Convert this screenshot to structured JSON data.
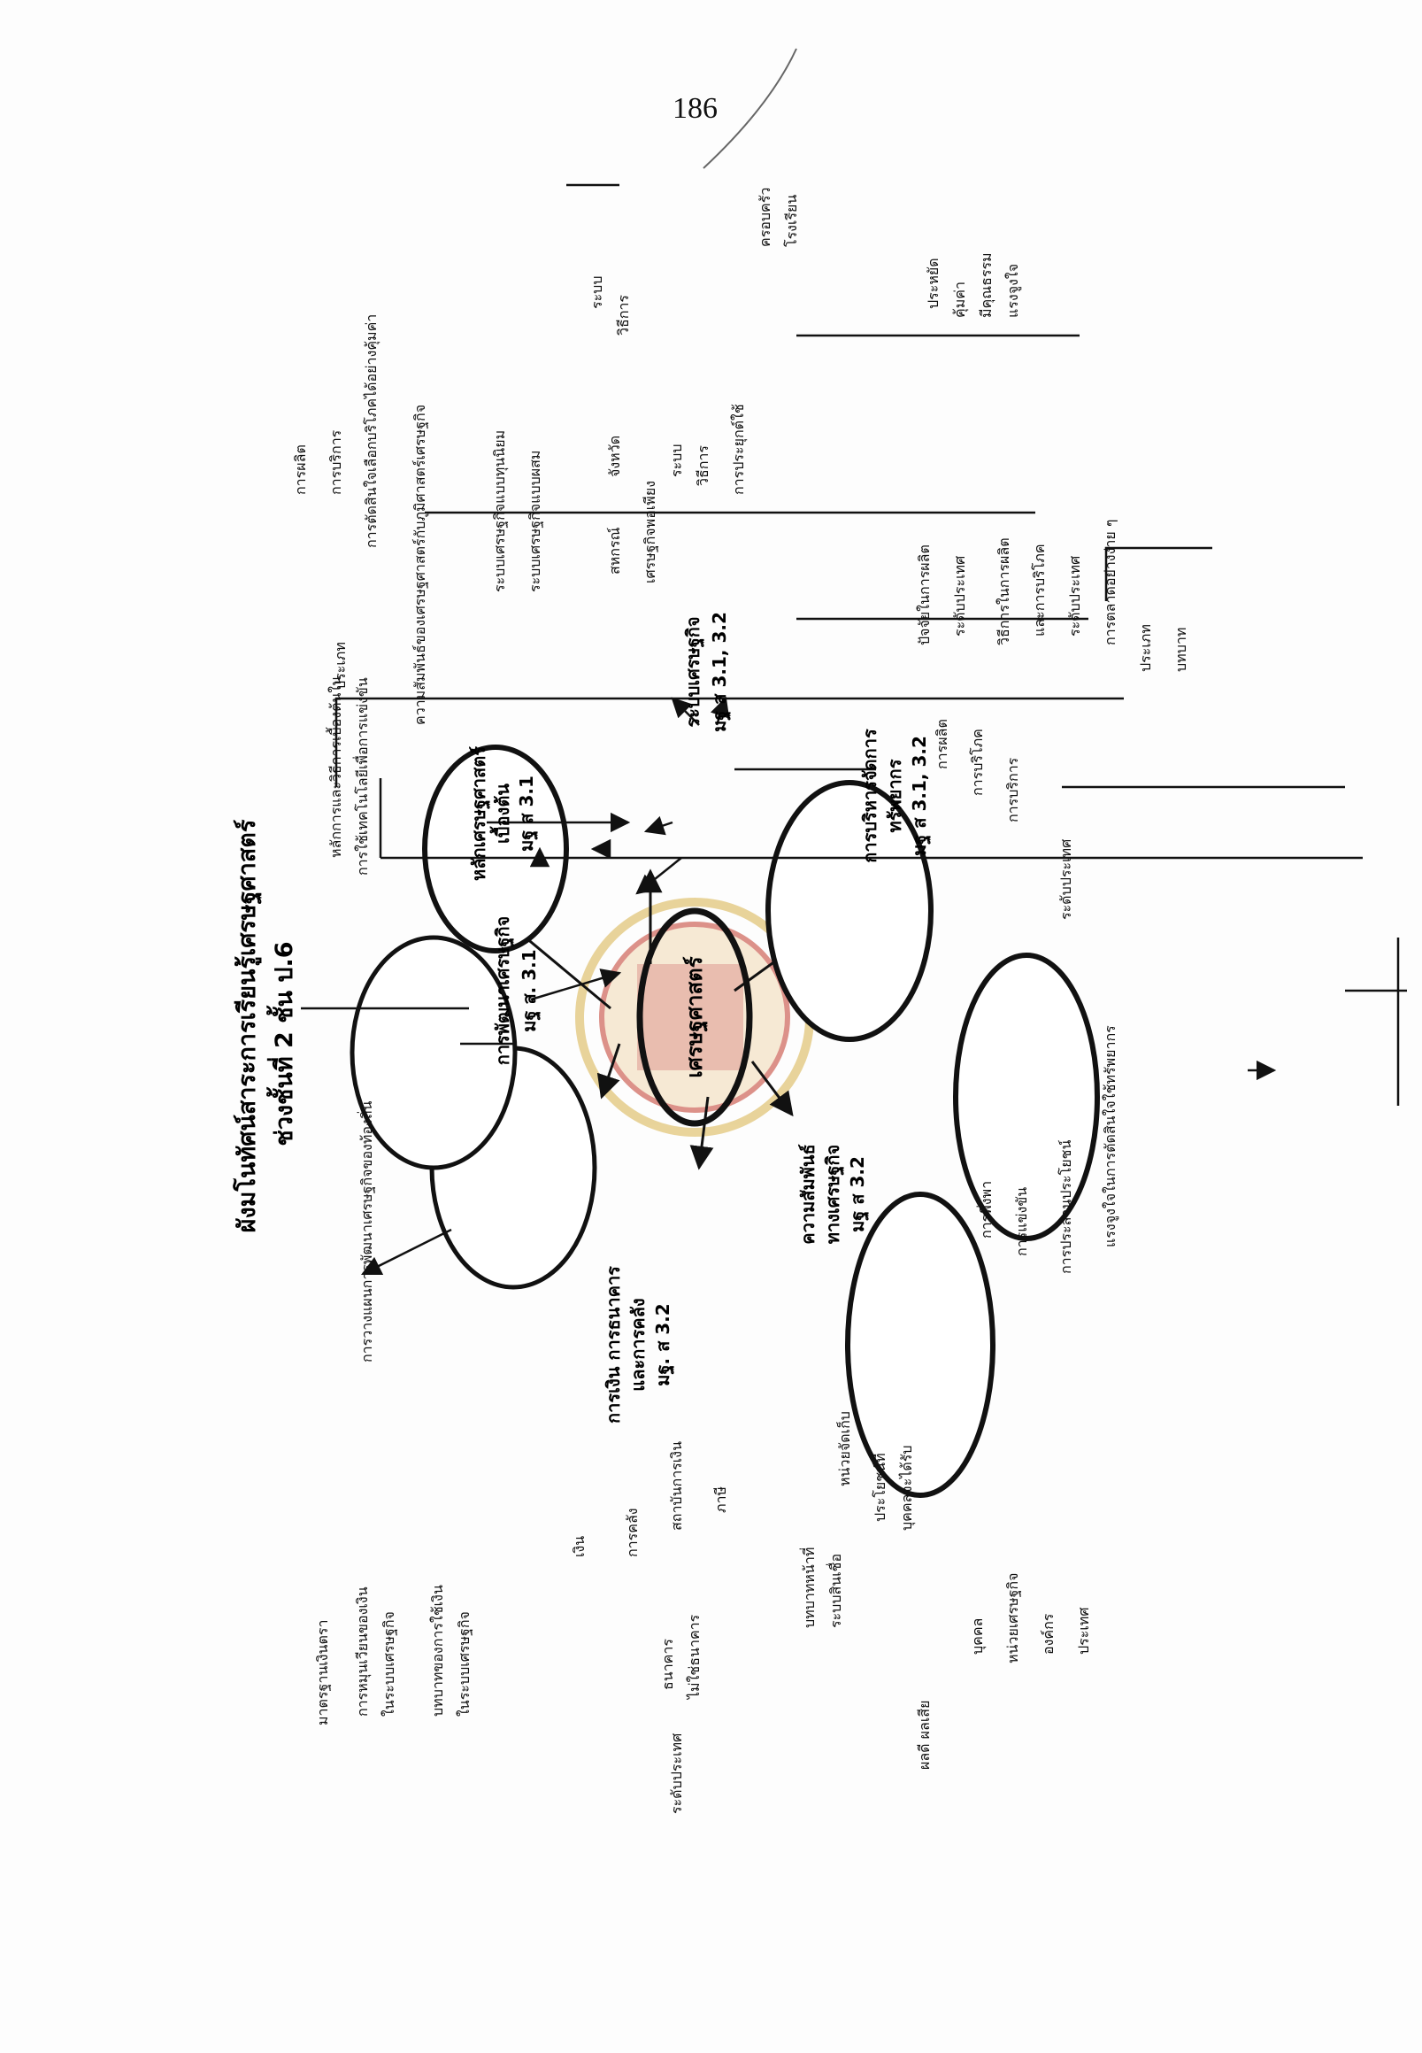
{
  "page_number": "186",
  "title": {
    "line1": "ผังมโนทัศน์สาระการเรียนรู้เศรษฐศาสตร์",
    "line2": "ช่วงชั้นที่  2  ชั้น  ป.6"
  },
  "center": "เศรษฐศาสตร์",
  "nodes": {
    "dev": {
      "line1": "การพัฒนาเศรษฐกิจ",
      "line2": "มฐ ส. 3.1"
    },
    "principles": {
      "line1": "หลักเศรษฐศาสตร์",
      "line2": "เบื้องต้น",
      "line3": "มฐ ส 3.1"
    },
    "system": {
      "line1": "ระบบเศรษฐกิจ",
      "line2": "มฐ ส 3.1, 3.2"
    },
    "resource": {
      "line1": "การบริหารจัดการ",
      "line2": "ทรัพยากร",
      "line3": "มฐ ส 3.1, 3.2"
    },
    "relation": {
      "line1": "ความสัมพันธ์",
      "line2": "ทางเศรษฐกิจ",
      "line3": "มฐ ส 3.2"
    },
    "money": {
      "line1": "การเงิน การธนาคาร",
      "line2": "และการคลัง",
      "line3": "มฐ. ส 3.2"
    }
  },
  "dev_branch": {
    "plan": "การวางแผนการพัฒนาเศรษฐกิจของท้องถิ่น"
  },
  "principles_branch": {
    "a1": "หลักการและวิธีการเบื้องต้นใน",
    "a2": "การใช้เทคโนโลยีเพื่อการแข่งขัน",
    "b": "ความสัมพันธ์ของเศรษฐศาสตร์กับภูมิศาสตร์เศรษฐกิจ",
    "type": "ประเภท",
    "items": [
      "การผลิต",
      "การบริการ",
      "การตัดสินใจเลือกบริโภคได้อย่างคุ้มค่า"
    ]
  },
  "system_branch": {
    "types": [
      "ระบบเศรษฐกิจแบบทุนนิยม",
      "ระบบเศรษฐกิจแบบผสม"
    ],
    "coop": "สหกรณ์",
    "province": "จังหวัด",
    "province_items": [
      "ระบบ",
      "วิธีการ"
    ],
    "sufficiency": "เศรษฐกิจพอเพียง",
    "suff_items": [
      "ระบบ",
      "วิธีการ",
      "การประยุกต์ใช้"
    ],
    "apply_items": [
      "ครอบครัว",
      "โรงเรียน"
    ]
  },
  "resource_branch": {
    "items": [
      "การผลิต",
      "การบริโภค",
      "การบริการ"
    ],
    "factors": [
      "ปัจจัยในการผลิต",
      "ระดับประเทศ",
      "วิธีการในการผลิต",
      "และการบริโภค",
      "ระดับประเทศ",
      "การตลาดอย่างง่าย ๆ"
    ],
    "virtues": [
      "ประหยัด",
      "คุ้มค่า",
      "มีคุณธรรม",
      "แรงจูงใจ"
    ],
    "market_items": [
      "ประเภท",
      "บทบาท"
    ],
    "national": "ระดับประเทศ"
  },
  "relation_branch": {
    "items": [
      "การพึ่งพา",
      "การแข่งขัน",
      "การประสานประโยชน์",
      "แรงจูงใจในการตัดสินใจใช้ทรัพยากร"
    ]
  },
  "money_branch": {
    "money": "เงิน",
    "money_items": [
      "มาตรฐานเงินตรา",
      "การหมุนเวียนของเงิน",
      "ในระบบเศรษฐกิจ",
      "บทบาทของการใช้เงิน",
      "ในระบบเศรษฐกิจ"
    ],
    "fiscal": "การคลัง",
    "institution": "สถาบันการเงิน",
    "institution_items": [
      "ธนาคาร",
      "ไม่ใช่ธนาคาร"
    ],
    "national_level": "ระดับประเทศ",
    "tax": "ภาษี",
    "tax_items": [
      "หน่วยจัดเก็บ",
      "ประโยชน์ที่",
      "บุคคลจะได้รับ"
    ],
    "credit_items": [
      "บทบาทหน้าที่",
      "ระบบสินเชื่อ"
    ],
    "effect": "ผลดี  ผลเสีย",
    "effect_items": [
      "บุคคล",
      "หน่วยเศรษฐกิจ",
      "องค์กร",
      "ประเทศ"
    ]
  },
  "colors": {
    "ink": "#111111",
    "watermark_red": "#c23a2b",
    "watermark_gold": "#d8b24a"
  }
}
